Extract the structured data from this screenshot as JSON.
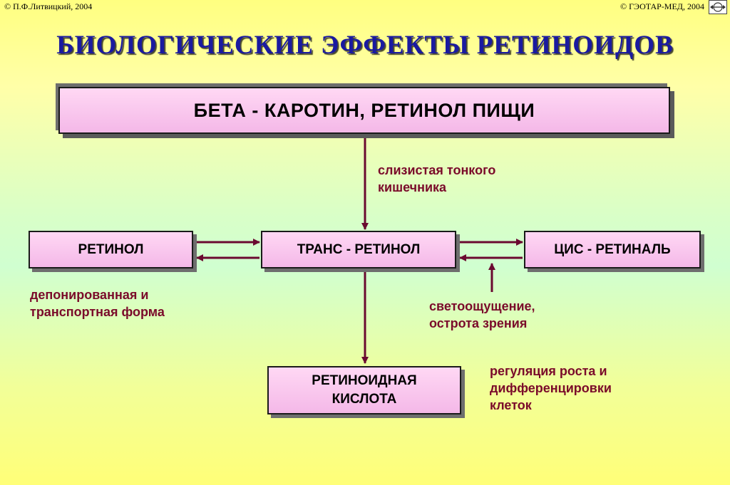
{
  "header": {
    "copyright_left": "© П.Ф.Литвицкий, 2004",
    "copyright_right": "© ГЭОТАР-МЕД, 2004"
  },
  "title": "БИОЛОГИЧЕСКИЕ  ЭФФЕКТЫ  РЕТИНОИДОВ",
  "diagram": {
    "nodes": {
      "source": "БЕТА - КАРОТИН,  РЕТИНОЛ  ПИЩИ",
      "retinol": "РЕТИНОЛ",
      "trans_retinol": "ТРАНС - РЕТИНОЛ",
      "cis_retinal": "ЦИС - РЕТИНАЛЬ",
      "retinoic_acid": "РЕТИНОИДНАЯ\nКИСЛОТА"
    },
    "notes": {
      "intestine": "слизистая тонкого\nкишечника",
      "deposit": "депонированная и\nтранспортная форма",
      "vision": "светоощущение,\nострота зрения",
      "growth": "регуляция роста  и\nдифференцировки\nклеток"
    }
  },
  "colors": {
    "title": "#1a1aa0",
    "notes": "#7a0a2a",
    "arrows": "#6a0a30",
    "box_fill": "#f4b8e8"
  }
}
